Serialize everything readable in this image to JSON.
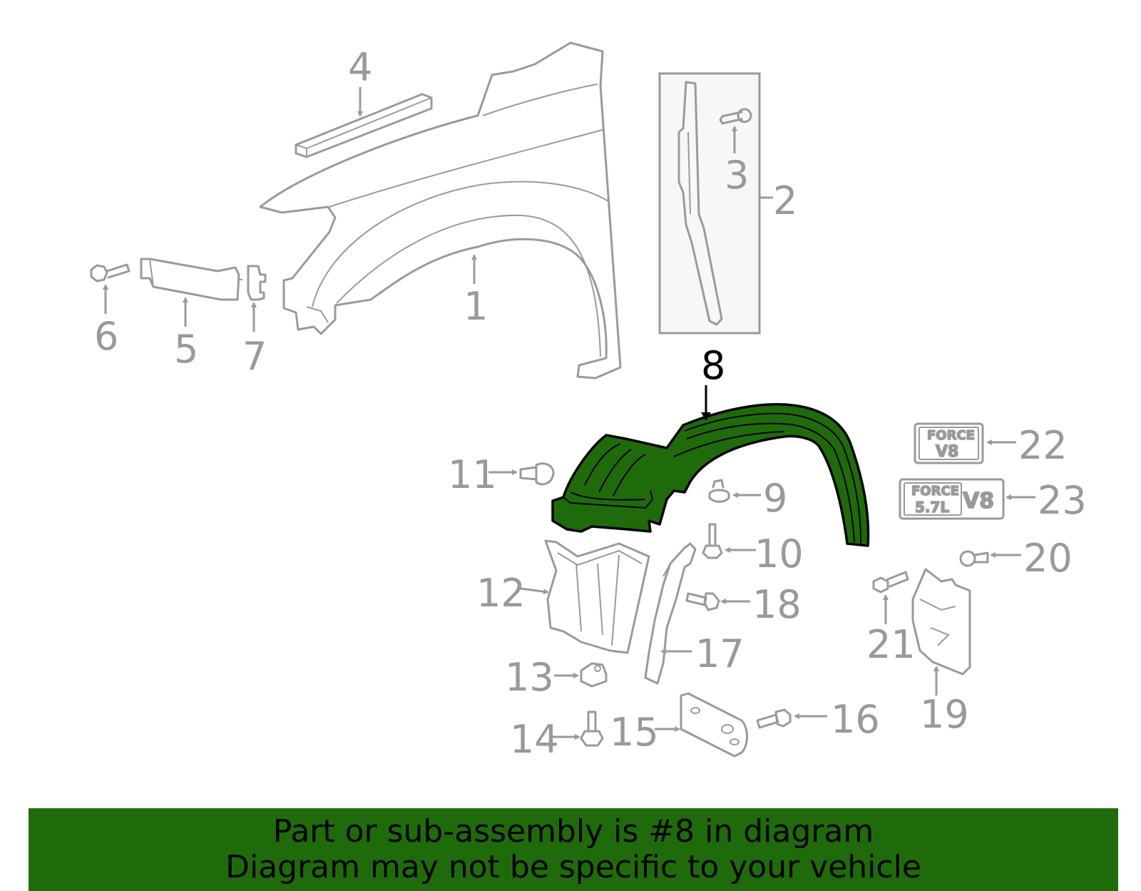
{
  "diagram": {
    "highlighted_callout": "8",
    "callouts": [
      "1",
      "2",
      "3",
      "4",
      "5",
      "6",
      "7",
      "8",
      "9",
      "10",
      "11",
      "12",
      "13",
      "14",
      "15",
      "16",
      "17",
      "18",
      "19",
      "20",
      "21",
      "22",
      "23"
    ],
    "badge_22": {
      "line1": "FORCE",
      "line2": "V8"
    },
    "badge_23": {
      "line1": "FORCE",
      "line2": "5.7L",
      "side": "V8"
    }
  },
  "banner": {
    "line1": "Part or sub-assembly is #8 in diagram",
    "line2": "Diagram may not be specific to your vehicle"
  },
  "colors": {
    "highlight_fill": "#1f6b0c",
    "banner_bg": "#1f6b0c",
    "part_stroke": "#9a9a9a",
    "label_color": "#999999"
  }
}
